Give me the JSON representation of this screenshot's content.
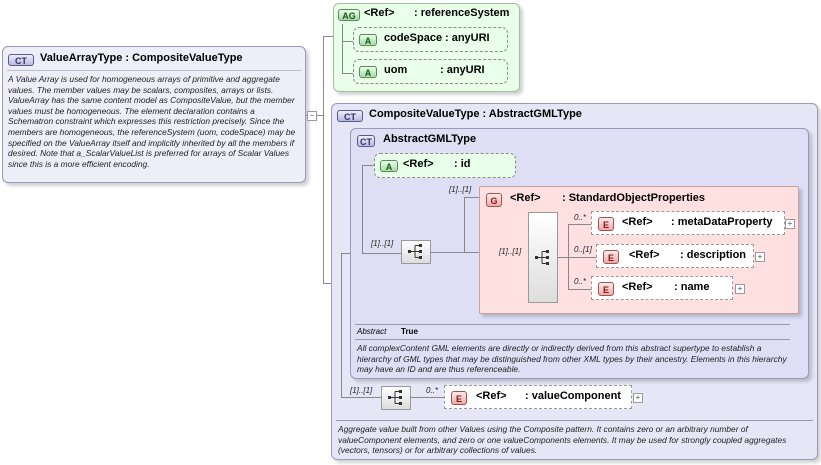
{
  "main_type": {
    "badge": "CT",
    "title": "ValueArrayType : CompositeValueType",
    "doc": "A Value Array is used for homogeneous arrays of primitive and aggregate values.  The member values may be scalars, composites, arrays or lists.  ValueArray has the same content model as CompositeValue, but the member values must be homogeneous.  The element declaration contains a Schematron constraint which expresses this restriction precisely.            Since the members are homogeneous, the referenceSystem (uom, codeSpace) may be specified on the ValueArray itself and implicitly inherited by all the members if desired.    Note that a_ScalarValueList is preferred for arrays of Scalar Values since this is a more efficient encoding."
  },
  "attribute_group": {
    "badge": "AG",
    "ref": "<Ref>",
    "name": ": referenceSystem",
    "attributes": [
      {
        "badge": "A",
        "name": "codeSpace",
        "type": ": anyURI"
      },
      {
        "badge": "A",
        "name": "uom",
        "type": ": anyURI"
      }
    ]
  },
  "composite_type": {
    "badge": "CT",
    "title": "CompositeValueType : AbstractGMLType",
    "doc": "Aggregate value built from other Values using the Composite pattern. It contains zero or an arbitrary number of valueComponent elements, and zero or one valueComponents elements.  It may be used for strongly coupled aggregates (vectors, tensors) or for arbitrary collections of values.",
    "value_component": {
      "badge": "E",
      "ref": "<Ref>",
      "name": ": valueComponent",
      "card": "0..*"
    },
    "seq_card": "[1]..[1]"
  },
  "abstract_gml": {
    "badge": "CT",
    "title": "AbstractGMLType",
    "id_attr": {
      "badge": "A",
      "ref": "<Ref>",
      "name": ": id"
    },
    "seq_card": "[1]..[1]",
    "group_card": "[1]..[1]",
    "inner_seq_card": "[1]..[1]",
    "abstract_label": "Abstract",
    "abstract_value": "True",
    "doc": "All complexContent GML elements are directly or indirectly derived from this abstract supertype to establish a hierarchy of GML types that may be distinguished from other XML types by their ancestry. Elements in this hierarchy may have an ID and are thus referenceable."
  },
  "standard_object_properties": {
    "badge": "G",
    "ref": "<Ref>",
    "name": ": StandardObjectProperties",
    "elements": [
      {
        "badge": "E",
        "ref": "<Ref>",
        "name": ": metaDataProperty",
        "card": "0..*"
      },
      {
        "badge": "E",
        "ref": "<Ref>",
        "name": ": description",
        "card": "0..[1]"
      },
      {
        "badge": "E",
        "ref": "<Ref>",
        "name": ": name",
        "card": "0..*"
      }
    ]
  },
  "colors": {
    "ct_fill": "#eeeef8",
    "ct_border": "#9999bb",
    "attr_fill": "#eaffea",
    "group_fill": "#ffe0e0"
  }
}
